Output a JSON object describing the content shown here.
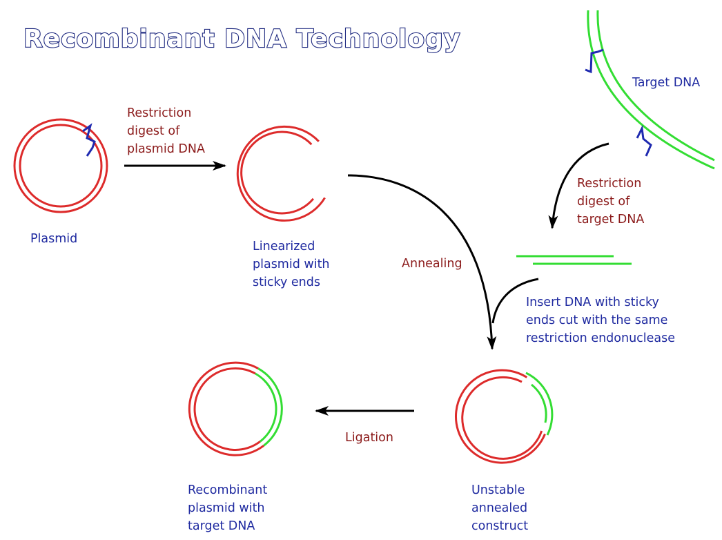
{
  "title": "Recombinant DNA Technology",
  "labels": {
    "plasmid": [
      "Plasmid"
    ],
    "restriction_plasmid": [
      "Restriction",
      "digest of",
      "plasmid DNA"
    ],
    "linearized": [
      "Linearized",
      "plasmid with",
      "sticky ends"
    ],
    "target_dna": [
      "Target DNA"
    ],
    "restriction_target": [
      "Restriction",
      "digest of",
      "target DNA"
    ],
    "annealing": [
      "Annealing"
    ],
    "insert": [
      "Insert DNA with sticky",
      "ends cut with the same",
      "restriction endonuclease"
    ],
    "ligation": [
      "Ligation"
    ],
    "recombinant": [
      "Recombinant",
      "plasmid with",
      "target DNA"
    ],
    "unstable": [
      "Unstable",
      "annealed",
      "construct"
    ]
  },
  "colors": {
    "plasmid": "#dd2b2b",
    "target": "#33dd33",
    "site": "#1f2ab0",
    "process_text": "#8b1a1a",
    "object_text": "#1f2aa0",
    "title_outline": "#1f2a80",
    "arrow": "#000000"
  }
}
